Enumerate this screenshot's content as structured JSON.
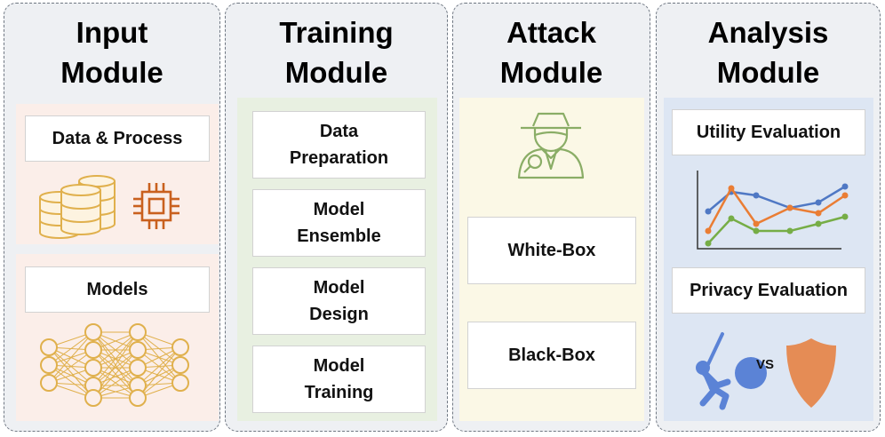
{
  "input_module": {
    "title_line1": "Input",
    "title_line2": "Module",
    "data_card": "Data & Process",
    "models_card": "Models"
  },
  "training_module": {
    "title_line1": "Training",
    "title_line2": "Module",
    "steps": [
      {
        "line1": "Data",
        "line2": "Preparation"
      },
      {
        "line1": "Model",
        "line2": "Ensemble"
      },
      {
        "line1": "Model",
        "line2": "Design"
      },
      {
        "line1": "Model",
        "line2": "Training"
      }
    ]
  },
  "attack_module": {
    "title_line1": "Attack",
    "title_line2": "Module",
    "white_box": "White-Box",
    "black_box": "Black-Box"
  },
  "analysis_module": {
    "title_line1": "Analysis",
    "title_line2": "Module",
    "utility_card": "Utility Evaluation",
    "privacy_card": "Privacy Evaluation",
    "vs_label": "VS"
  },
  "icons": {
    "database": "database-icon",
    "chip": "chip-icon",
    "network": "neural-network-icon",
    "spy": "spy-detective-icon",
    "chart": "line-chart-icon",
    "attacker": "attacker-figure-icon",
    "shield": "shield-icon"
  },
  "colors": {
    "module_bg": "#eef0f3",
    "input_panel": "#fbeee9",
    "training_panel": "#e8f0e1",
    "attack_panel": "#fbf8e6",
    "analysis_panel": "#dde6f3",
    "gold": "#e0b04c",
    "chip_orange": "#c9601e",
    "spy_green": "#8aad66",
    "series_blue": "#4f78c4",
    "series_orange": "#ea7d34",
    "series_green": "#76ad46",
    "shield_orange": "#e58c55",
    "figure_blue": "#5b83d6"
  }
}
